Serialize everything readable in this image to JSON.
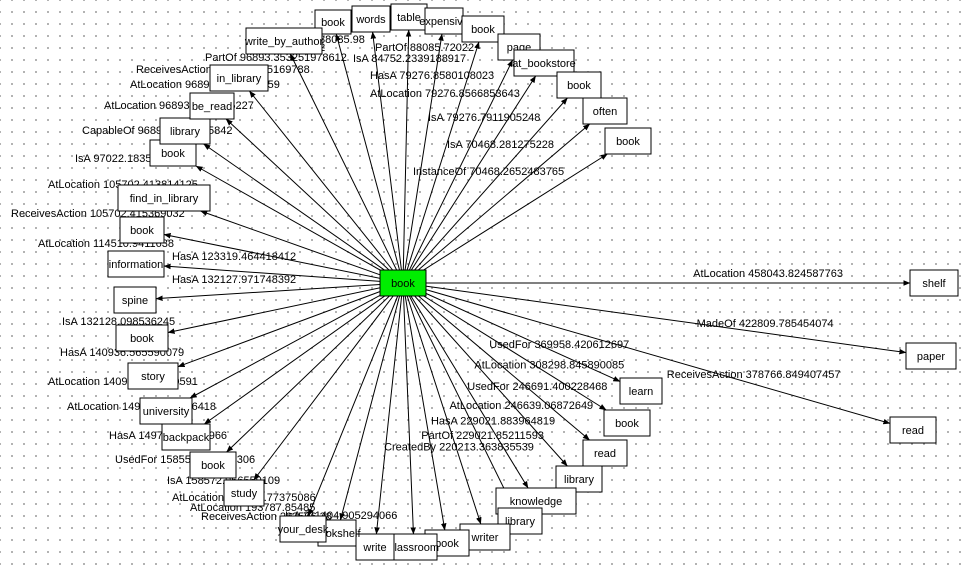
{
  "center": {
    "label": "book",
    "color": "#00ee00"
  },
  "nodes": [
    {
      "label": "book",
      "edge": ""
    },
    {
      "label": "words",
      "edge": ""
    },
    {
      "label": "table",
      "edge": ""
    },
    {
      "label": "expensive",
      "edge": ""
    },
    {
      "label": "book",
      "edge": ""
    },
    {
      "label": "page",
      "edge": ""
    },
    {
      "label": "at_bookstore",
      "edge": ""
    },
    {
      "label": "book",
      "edge": ""
    },
    {
      "label": "often",
      "edge": ""
    },
    {
      "label": "book",
      "edge": ""
    },
    {
      "label": "shelf",
      "edge": "AtLocation 458043.824587763"
    },
    {
      "label": "paper",
      "edge": "MadeOf 422809.785454074"
    },
    {
      "label": "read",
      "edge": "ReceivesAction 378766.849407457"
    },
    {
      "label": "learn",
      "edge": "UsedFor 369958.420612697"
    },
    {
      "label": "book",
      "edge": "AtLocation 308298.845890085"
    },
    {
      "label": "read",
      "edge": "UsedFor 246691.400228468"
    },
    {
      "label": "library",
      "edge": "AtLocation 246639.06872649"
    },
    {
      "label": "knowledge",
      "edge": "HasA 229021.883964819"
    },
    {
      "label": "library",
      "edge": "PartOf 229021.85211593"
    },
    {
      "label": "writer",
      "edge": "CreatedBy 220213.363835539"
    },
    {
      "label": "book",
      "edge": ""
    },
    {
      "label": "classroom",
      "edge": ""
    },
    {
      "label": "write",
      "edge": ""
    },
    {
      "label": "bookshelf",
      "edge": ""
    },
    {
      "label": "your_desk",
      "edge": ""
    },
    {
      "label": "study",
      "edge": ""
    },
    {
      "label": "book",
      "edge": ""
    },
    {
      "label": "backpack",
      "edge": ""
    },
    {
      "label": "university",
      "edge": ""
    },
    {
      "label": "story",
      "edge": ""
    },
    {
      "label": "book",
      "edge": ""
    },
    {
      "label": "spine",
      "edge": ""
    },
    {
      "label": "information",
      "edge": ""
    },
    {
      "label": "book",
      "edge": ""
    },
    {
      "label": "find_in_library",
      "edge": ""
    },
    {
      "label": "book",
      "edge": ""
    },
    {
      "label": "library",
      "edge": ""
    },
    {
      "label": "be_read",
      "edge": ""
    },
    {
      "label": "in_library",
      "edge": ""
    },
    {
      "label": "write_by_author",
      "edge": ""
    }
  ],
  "edge_labels": [
    "PartOf 96893.353251978612",
    "ReceivesAction 96893.3525169788",
    "AtLocation 96893.3508804159",
    "AtLocation 96893.0974285227",
    "CapableOf 96893.0999775842",
    "IsA 97022.183557592",
    "AtLocation 105702.413814125",
    "ReceivesAction 105702.415369032",
    "AtLocation 114510.9411638",
    "HasA 123319.464418412",
    "HasA 132127.971748392",
    "IsA 132128.098536245",
    "HasA 140936.565590079",
    "AtLocation 140936.605070591",
    "AtLocation 149745.117896418",
    "HasA 149745.15624966",
    "UsedFor 158553.606721306",
    "IsA 158572.956559109",
    "AtLocation 176170.77375086",
    "AtLocation 193787.85485",
    "ReceivesAction 202596.38",
    "IsA 211404.905294066",
    "IsA 84752.2339188917",
    "HasA 79276.8580108023",
    "AtLocation 79276.8566853643",
    "IsA 79276.7911905248",
    "IsA 70468.281275228",
    "InstanceOf 70468.2652483765",
    "HasA 88085.82",
    "AtLocation 88085.98",
    "PartOf 88085.72022"
  ]
}
